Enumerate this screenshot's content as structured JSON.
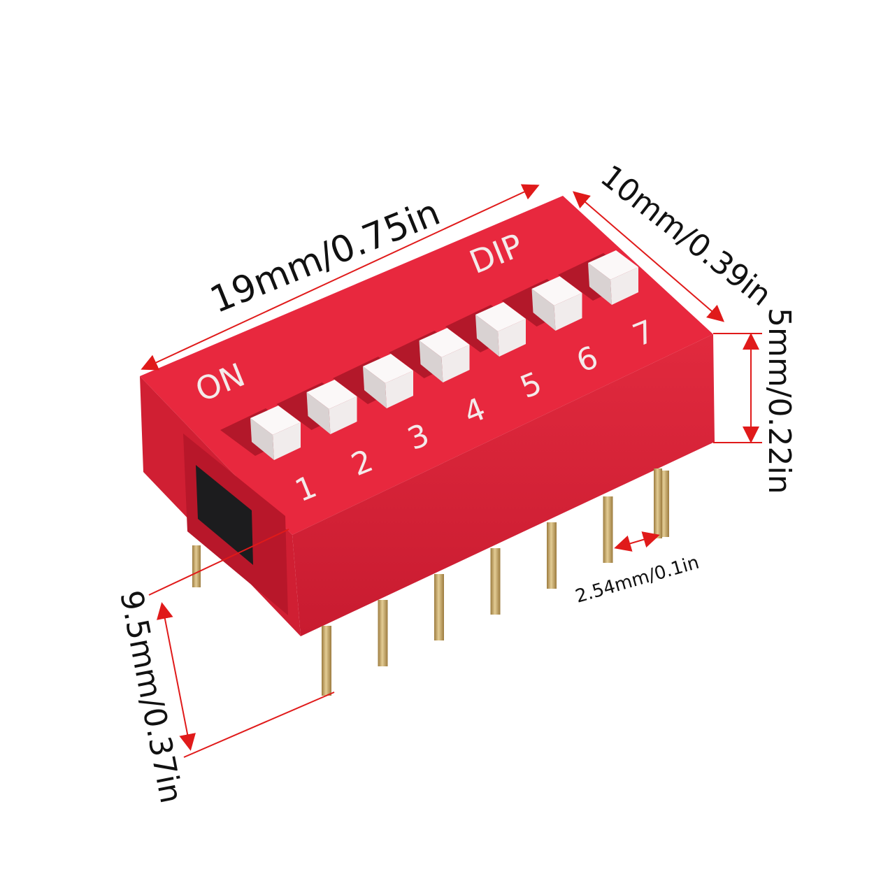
{
  "component": {
    "on_label": "ON",
    "brand_label": "DIP",
    "switch_numbers": [
      "1",
      "2",
      "3",
      "4",
      "5",
      "6",
      "7"
    ],
    "switch_count": 7
  },
  "dimensions": {
    "length": "19mm/0.75in",
    "width": "10mm/0.39in",
    "body_height": "5mm/0.22in",
    "pin_height": "9.5mm/0.37in",
    "pin_pitch": "2.54mm/0.1in"
  },
  "colors": {
    "body_top": "#e8283e",
    "body_front": "#d21f34",
    "body_side": "#b5172a",
    "actuator": "#f1ecec",
    "pin": "#c9a96a",
    "dimension_line": "#e01a1a",
    "text": "#111111"
  }
}
